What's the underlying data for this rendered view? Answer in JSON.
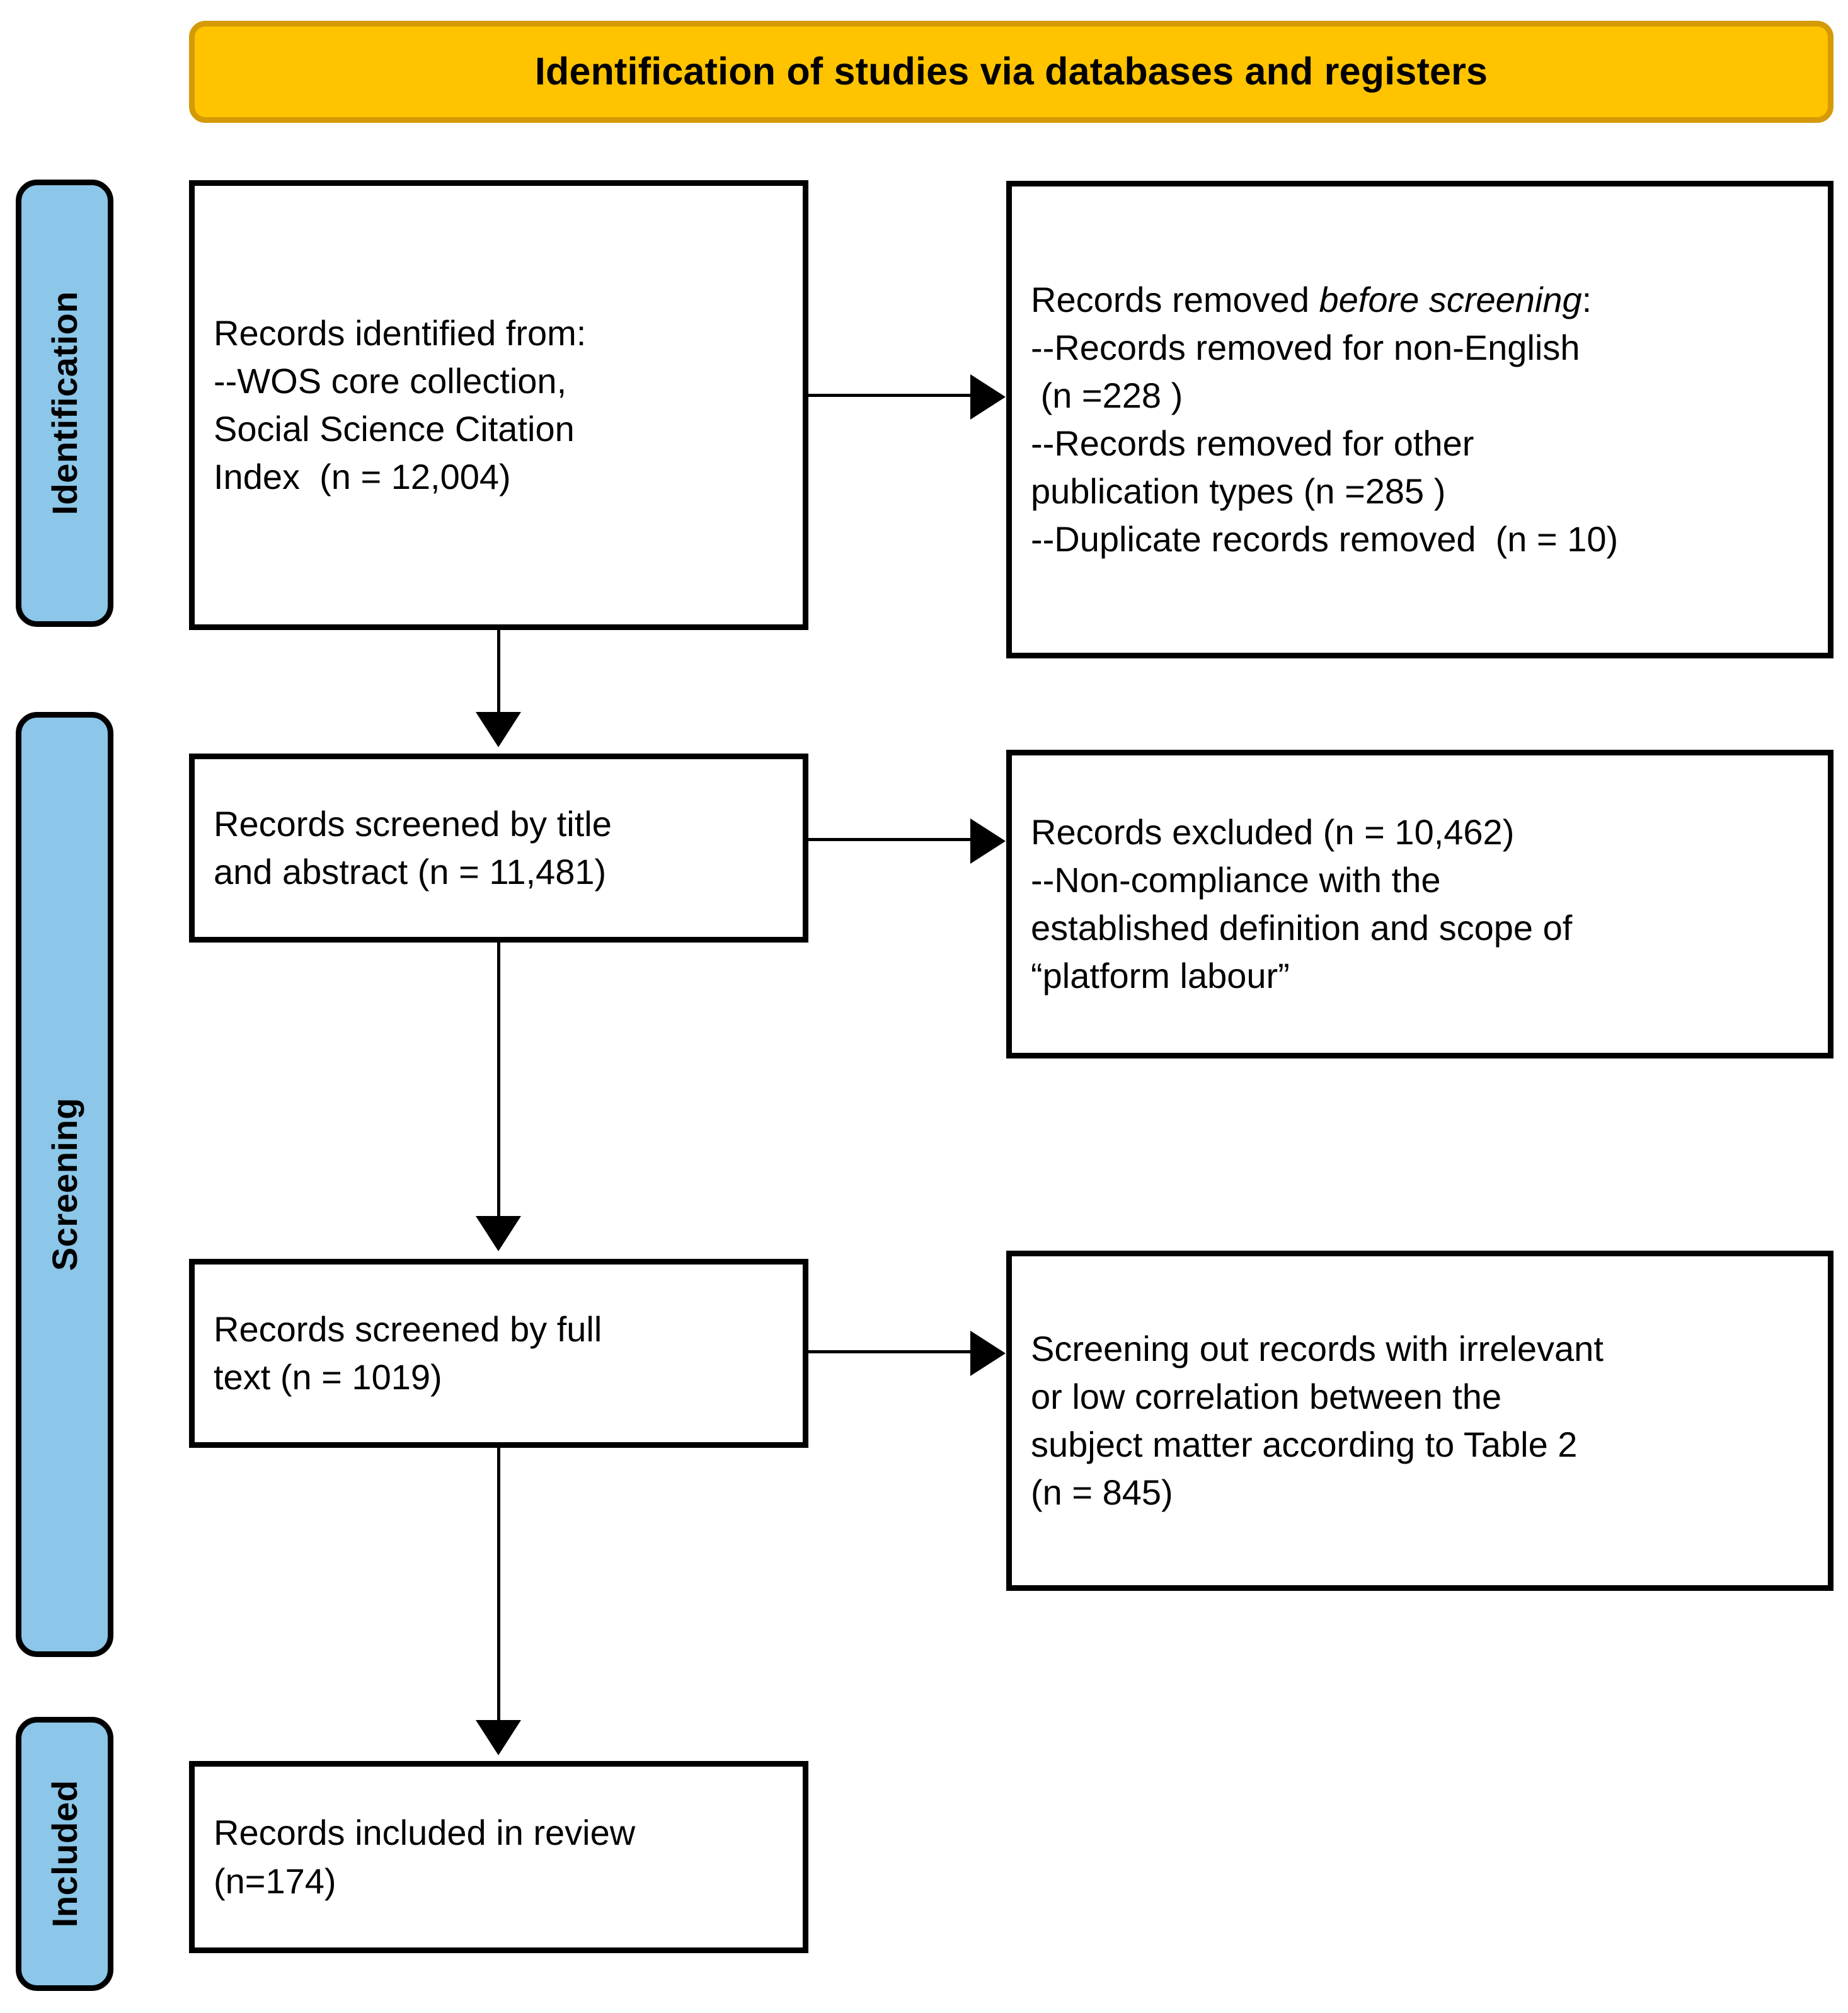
{
  "banner": {
    "title": "Identification of studies via databases and registers",
    "fill_color": "#FFC300",
    "border_color": "#D59A07"
  },
  "stages": {
    "fill_color": "#8CC6E8",
    "border_color": "#000000",
    "items": [
      {
        "label": "Identification"
      },
      {
        "label": "Screening"
      },
      {
        "label": "Included"
      }
    ]
  },
  "boxes": {
    "identified": {
      "line1": "Records identified from:",
      "line2": "--WOS core collection,",
      "line3": "Social Science Citation",
      "line4": "Index  (n = 12,004)"
    },
    "removed_before_screening": {
      "heading_prefix": "Records removed ",
      "heading_italic": "before screening",
      "heading_suffix": ":",
      "line1": "--Records removed for non-English",
      "line2": " (n =228 )",
      "line3": "--Records removed for other",
      "line4": "publication types (n =285 )",
      "line5": "--Duplicate records removed  (n = 10)"
    },
    "screened_title_abstract": {
      "line1": "Records screened by title",
      "line2": "and abstract (n = 11,481)"
    },
    "records_excluded": {
      "line1": "Records excluded (n = 10,462)",
      "line2": "--Non-compliance with the",
      "line3": "established definition and scope of",
      "line4": "“platform labour”"
    },
    "screened_full_text": {
      "line1": "Records screened by full",
      "line2": "text (n = 1019)"
    },
    "screened_out": {
      "line1": "Screening out records with irrelevant",
      "line2": "or low correlation between the",
      "line3": "subject matter according to Table 2",
      "line4": "(n = 845)"
    },
    "included_in_review": {
      "line1": "Records included in review",
      "line2": "(n=174)"
    }
  },
  "chart_data": {
    "type": "diagram",
    "title": "Identification of studies via databases and registers",
    "diagram_kind": "PRISMA flow diagram",
    "stages": [
      "Identification",
      "Screening",
      "Included"
    ],
    "nodes": [
      {
        "id": "identified",
        "stage": "Identification",
        "label": "Records identified from: --WOS core collection, Social Science Citation Index",
        "n": 12004
      },
      {
        "id": "removed_before_screening",
        "stage": "Identification",
        "label": "Records removed before screening",
        "items": [
          {
            "label": "Records removed for non-English",
            "n": 228
          },
          {
            "label": "Records removed for other publication types",
            "n": 285
          },
          {
            "label": "Duplicate records removed",
            "n": 10
          }
        ]
      },
      {
        "id": "screened_title_abstract",
        "stage": "Screening",
        "label": "Records screened by title and abstract",
        "n": 11481
      },
      {
        "id": "records_excluded",
        "stage": "Screening",
        "label": "Records excluded — Non-compliance with the established definition and scope of “platform labour”",
        "n": 10462
      },
      {
        "id": "screened_full_text",
        "stage": "Screening",
        "label": "Records screened by full text",
        "n": 1019
      },
      {
        "id": "screened_out",
        "stage": "Screening",
        "label": "Screening out records with irrelevant or low correlation between the subject matter according to Table 2",
        "n": 845
      },
      {
        "id": "included_in_review",
        "stage": "Included",
        "label": "Records included in review",
        "n": 174
      }
    ],
    "edges": [
      {
        "from": "identified",
        "to": "removed_before_screening",
        "direction": "right"
      },
      {
        "from": "identified",
        "to": "screened_title_abstract",
        "direction": "down"
      },
      {
        "from": "screened_title_abstract",
        "to": "records_excluded",
        "direction": "right"
      },
      {
        "from": "screened_title_abstract",
        "to": "screened_full_text",
        "direction": "down"
      },
      {
        "from": "screened_full_text",
        "to": "screened_out",
        "direction": "right"
      },
      {
        "from": "screened_full_text",
        "to": "included_in_review",
        "direction": "down"
      }
    ]
  }
}
